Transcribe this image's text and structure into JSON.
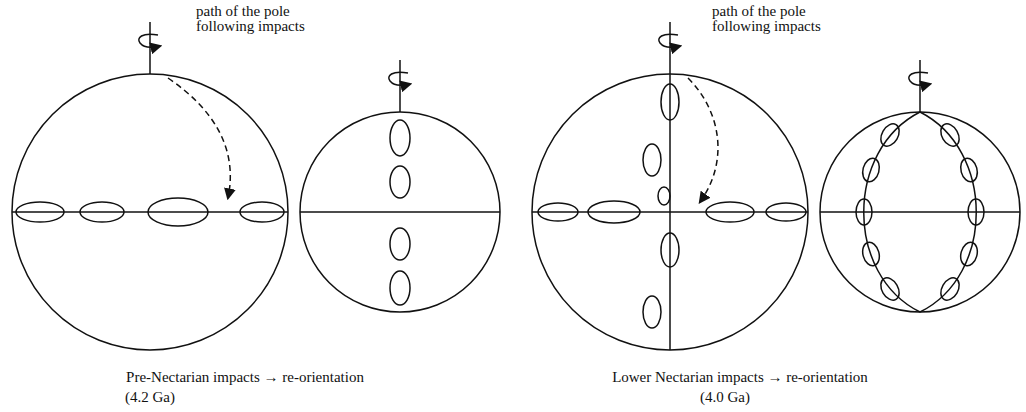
{
  "diagram": {
    "labels": [
      "path of the pole following impacts",
      "path of the pole following impacts",
      "Pre-Nectarian impacts → re-orientation",
      "(4.2 Ga)",
      "Lower Nectarian impacts → re-orientation",
      "(4.0 Ga)"
    ]
  }
}
